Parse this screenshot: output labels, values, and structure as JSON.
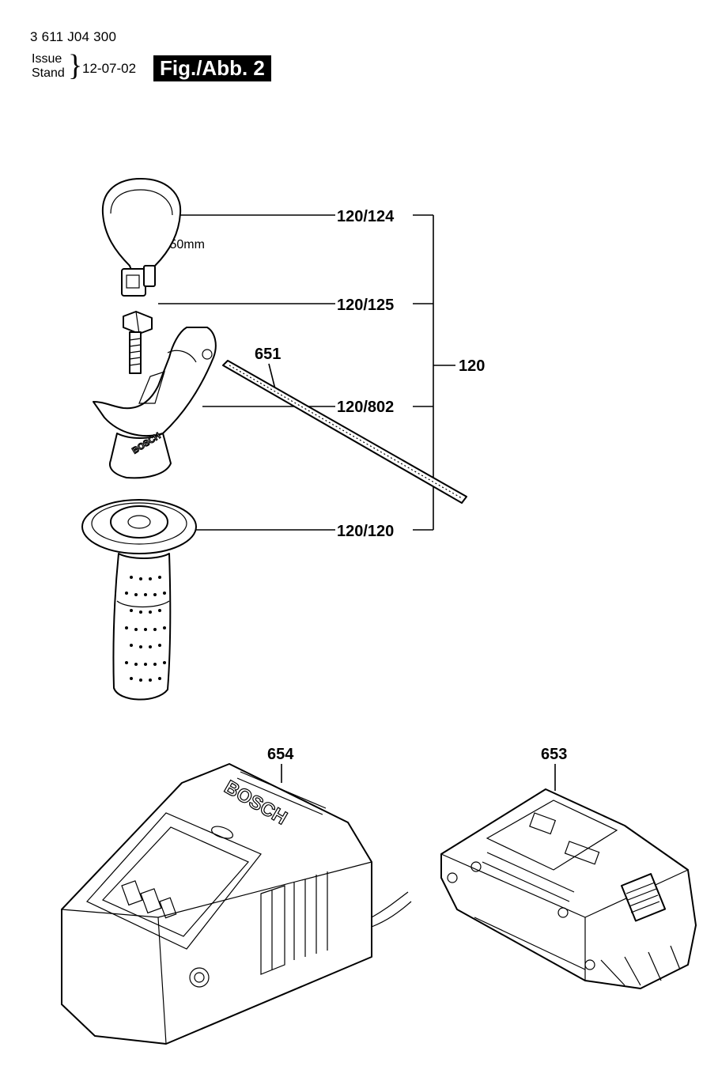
{
  "header": {
    "part_number": "3 611 J04 300",
    "issue_label": "Issue",
    "stand_label": "Stand",
    "date": "12-07-02",
    "figure_tag": "Fig./Abb. 2"
  },
  "labels": {
    "l_120_124": "120/124",
    "l_120_125": "120/125",
    "l_651": "651",
    "l_120": "120",
    "l_120_802": "120/802",
    "l_120_120": "120/120",
    "l_654": "654",
    "l_653": "653",
    "dim_50": "Ø50mm"
  },
  "logos": {
    "handle_logo": "BOSCH",
    "charger_logo": "BOSCH"
  }
}
